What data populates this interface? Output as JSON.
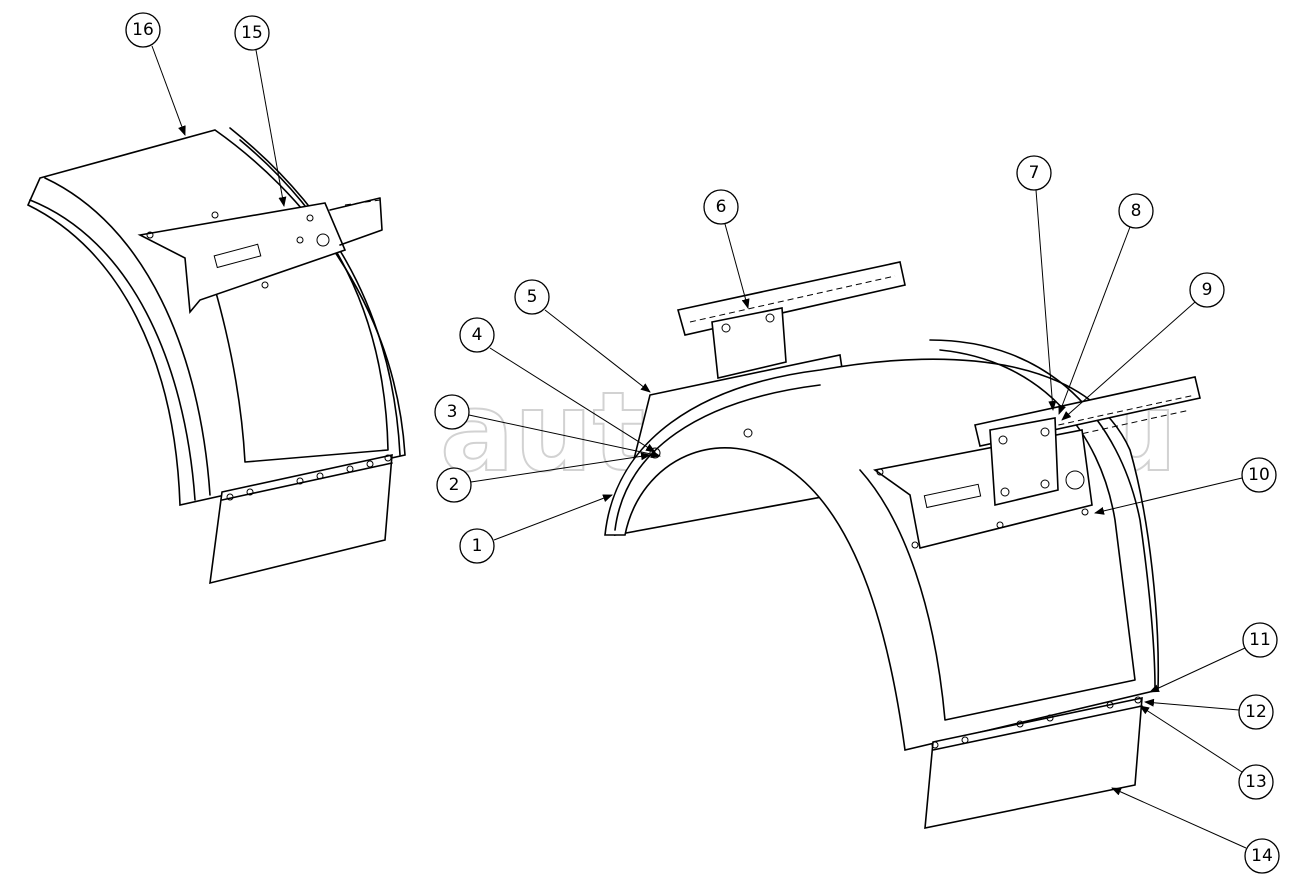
{
  "watermark": {
    "text": "autopiter.ru",
    "logo": "a>"
  },
  "callouts": [
    {
      "label": "1"
    },
    {
      "label": "2"
    },
    {
      "label": "3"
    },
    {
      "label": "4"
    },
    {
      "label": "5"
    },
    {
      "label": "6"
    },
    {
      "label": "7"
    },
    {
      "label": "8"
    },
    {
      "label": "9"
    },
    {
      "label": "10"
    },
    {
      "label": "11"
    },
    {
      "label": "12"
    },
    {
      "label": "13"
    },
    {
      "label": "14"
    },
    {
      "label": "15"
    },
    {
      "label": "16"
    }
  ]
}
